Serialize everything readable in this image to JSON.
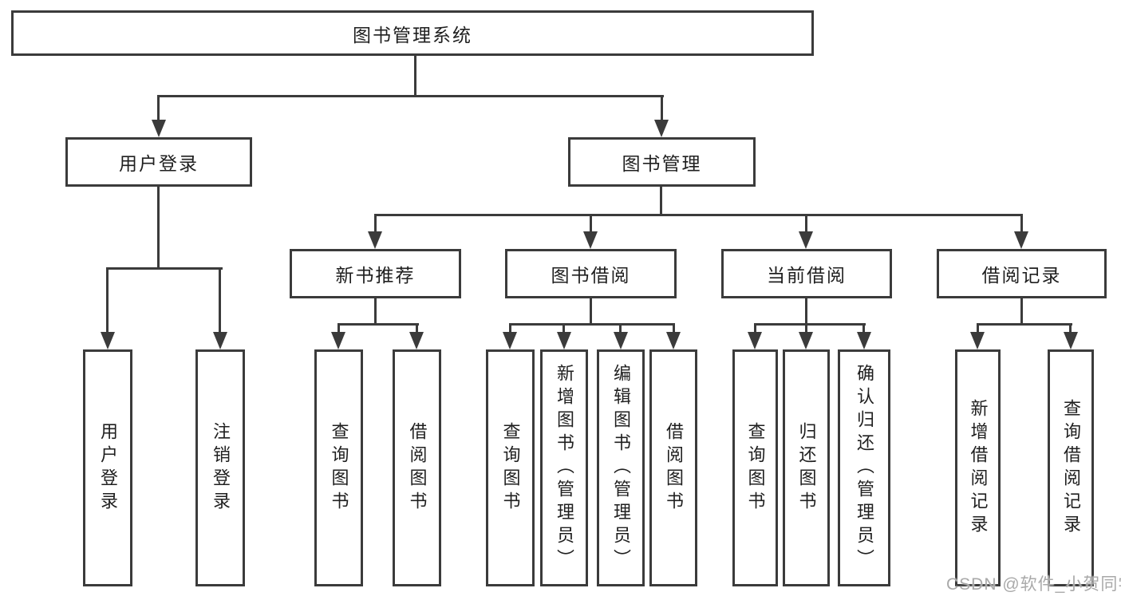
{
  "colors": {
    "line": "#3b3b3b",
    "box_border": "#3b3b3b",
    "box_fill": "#ffffff",
    "text": "#1f1f1f",
    "watermark_text": "#a9a9a9",
    "background": "#ffffff"
  },
  "watermark": {
    "text": "CSDN @软件_小贺同学"
  },
  "tree": {
    "root": {
      "label": "图书管理系统"
    },
    "level2": [
      {
        "label": "用户登录",
        "leaves": [
          {
            "label": "用户登录"
          },
          {
            "label": "注销登录"
          }
        ]
      },
      {
        "label": "图书管理",
        "children": [
          {
            "label": "新书推荐",
            "leaves": [
              {
                "label": "查询图书"
              },
              {
                "label": "借阅图书"
              }
            ]
          },
          {
            "label": "图书借阅",
            "leaves": [
              {
                "label": "查询图书"
              },
              {
                "label": "新增图书（管理员）"
              },
              {
                "label": "编辑图书（管理员）"
              },
              {
                "label": "借阅图书"
              }
            ]
          },
          {
            "label": "当前借阅",
            "leaves": [
              {
                "label": "查询图书"
              },
              {
                "label": "归还图书"
              },
              {
                "label": "确认归还（管理员）"
              }
            ]
          },
          {
            "label": "借阅记录",
            "leaves": [
              {
                "label": "新增借阅记录"
              },
              {
                "label": "查询借阅记录"
              }
            ]
          }
        ]
      }
    ]
  }
}
